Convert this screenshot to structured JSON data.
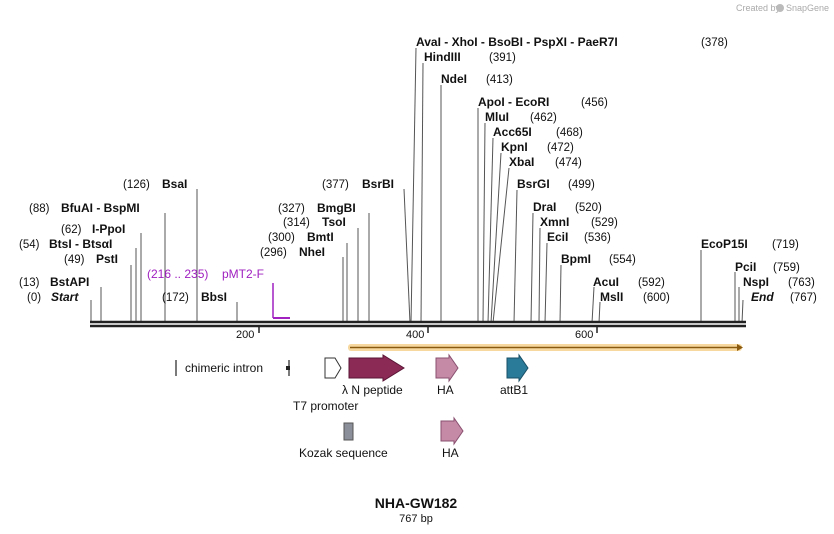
{
  "attribution": {
    "created_by": "Created by",
    "brand": "SnapGene"
  },
  "map": {
    "name": "NHA-GW182",
    "length_label": "767 bp",
    "total_bp": 767
  },
  "ticks": [
    {
      "label": "200",
      "bp": 200
    },
    {
      "label": "400",
      "bp": 400
    },
    {
      "label": "600",
      "bp": 600
    }
  ],
  "sites": [
    {
      "name": "BstAPI",
      "pos": "(13)",
      "bp": 13
    },
    {
      "name": "Start",
      "pos": "(0)",
      "bp": 0,
      "italic": true
    },
    {
      "name": "PstI",
      "pos": "(49)",
      "bp": 49
    },
    {
      "name": "BtsI",
      "name2": "BtsαI",
      "pos": "(54)",
      "bp": 54
    },
    {
      "name": "I-PpoI",
      "pos": "(62)",
      "bp": 62
    },
    {
      "name": "BfuAI",
      "name2": "BspMI",
      "pos": "(88)",
      "bp": 88
    },
    {
      "name": "BsaI",
      "pos": "(126)",
      "bp": 126
    },
    {
      "name": "BbsI",
      "pos": "(172)",
      "bp": 172
    },
    {
      "name": "NheI",
      "pos": "(296)",
      "bp": 296
    },
    {
      "name": "BmtI",
      "pos": "(300)",
      "bp": 300
    },
    {
      "name": "TsoI",
      "pos": "(314)",
      "bp": 314
    },
    {
      "name": "BmgBI",
      "pos": "(327)",
      "bp": 327
    },
    {
      "name": "BsrBI",
      "pos": "(377)",
      "bp": 377
    },
    {
      "name": "AvaI",
      "name2": "XhoI",
      "name3": "BsoBI",
      "name4": "PspXI",
      "name5": "PaeR7I",
      "pos": "(378)",
      "bp": 378
    },
    {
      "name": "HindIII",
      "pos": "(391)",
      "bp": 391
    },
    {
      "name": "NdeI",
      "pos": "(413)",
      "bp": 413
    },
    {
      "name": "ApoI",
      "name2": "EcoRI",
      "pos": "(456)",
      "bp": 456
    },
    {
      "name": "MluI",
      "pos": "(462)",
      "bp": 462
    },
    {
      "name": "Acc65I",
      "pos": "(468)",
      "bp": 468
    },
    {
      "name": "KpnI",
      "pos": "(472)",
      "bp": 472
    },
    {
      "name": "XbaI",
      "pos": "(474)",
      "bp": 474
    },
    {
      "name": "BsrGI",
      "pos": "(499)",
      "bp": 499
    },
    {
      "name": "DraI",
      "pos": "(520)",
      "bp": 520
    },
    {
      "name": "XmnI",
      "pos": "(529)",
      "bp": 529
    },
    {
      "name": "EciI",
      "pos": "(536)",
      "bp": 536
    },
    {
      "name": "BpmI",
      "pos": "(554)",
      "bp": 554
    },
    {
      "name": "AcuI",
      "pos": "(592)",
      "bp": 592
    },
    {
      "name": "MslI",
      "pos": "(600)",
      "bp": 600
    },
    {
      "name": "EcoP15I",
      "pos": "(719)",
      "bp": 719
    },
    {
      "name": "PciI",
      "pos": "(759)",
      "bp": 759
    },
    {
      "name": "NspI",
      "pos": "(763)",
      "bp": 763
    },
    {
      "name": "End",
      "pos": "(767)",
      "bp": 767,
      "italic": true
    }
  ],
  "primer": {
    "range": "(216 .. 235)",
    "name": "pMT2-F",
    "color": "#a020c0"
  },
  "features": {
    "chimeric_intron": "chimeric intron",
    "t7_promoter": "T7 promoter",
    "lambda_n": "λ N peptide",
    "ha_1": "HA",
    "attb1": "attB1",
    "kozak": "Kozak sequence",
    "ha_2": "HA"
  },
  "colors": {
    "lambda_n": "#8b2a55",
    "ha": "#c48aa6",
    "attb1": "#2a7a99",
    "kozak": "#8a8f99",
    "orf": "#f5c26b",
    "primer": "#a020c0"
  }
}
